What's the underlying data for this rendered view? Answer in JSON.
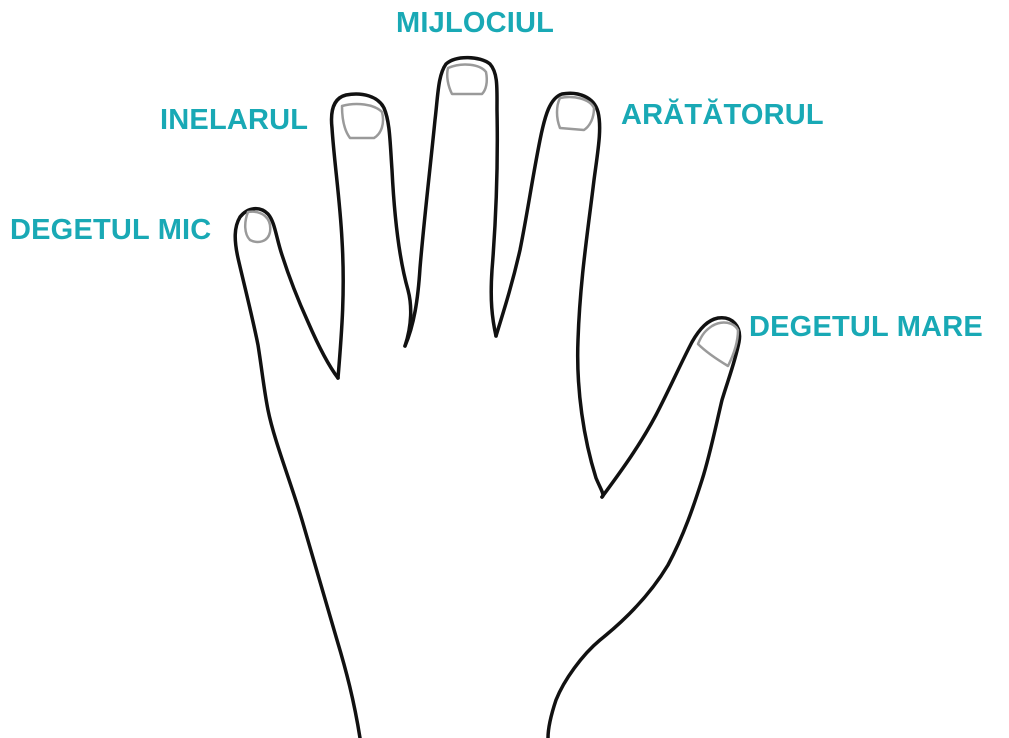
{
  "colors": {
    "label": "#19a9b5",
    "outline": "#111111",
    "nail": "#9a9a9a"
  },
  "labels": {
    "middle": "MIJLOCIUL",
    "ring": "INELARUL",
    "index": "ARĂTĂTORUL",
    "pinky": "DEGETUL MIC",
    "thumb": "DEGETUL MARE"
  }
}
